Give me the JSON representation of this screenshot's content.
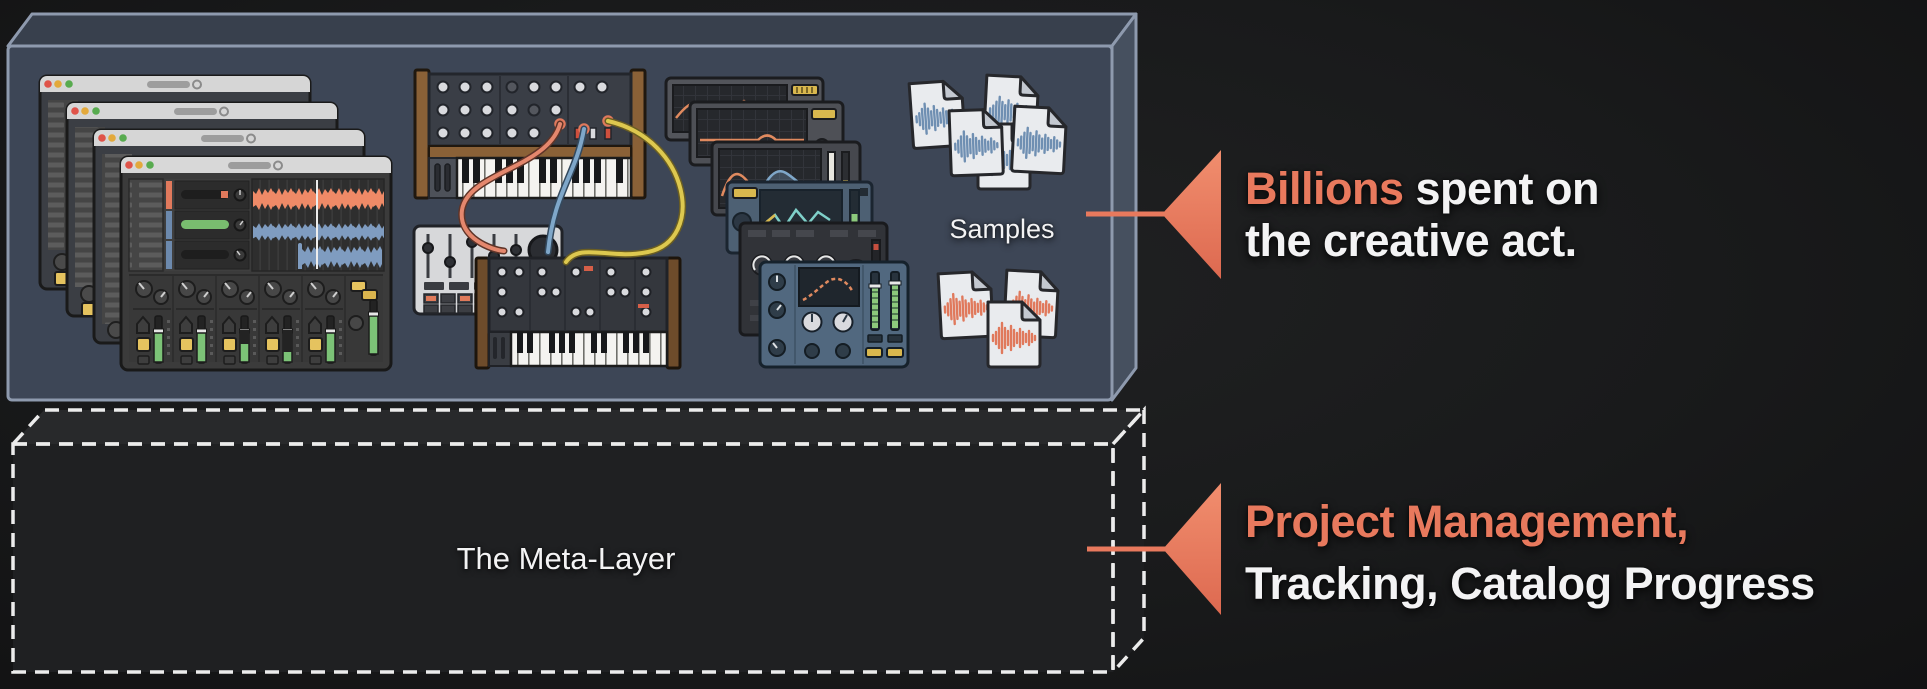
{
  "colors": {
    "background": "#191a1b",
    "accent": "#e8795d",
    "text-light": "#f3f3f4"
  },
  "creative_layer": {
    "samples_label": "Samples",
    "contents": [
      "daw-session-windows",
      "analog-synthesizer",
      "patch-cables",
      "drum-machine",
      "modular-synth",
      "plugin-effect-windows",
      "audio-sample-files"
    ]
  },
  "meta_layer": {
    "label": "The Meta-Layer"
  },
  "callouts": {
    "creative_spend": {
      "highlight": "Billions",
      "rest": " spent on",
      "line2": "the creative act."
    },
    "meta_work": {
      "line1": "Project Management,",
      "line2": "Tracking, Catalog Progress"
    }
  }
}
